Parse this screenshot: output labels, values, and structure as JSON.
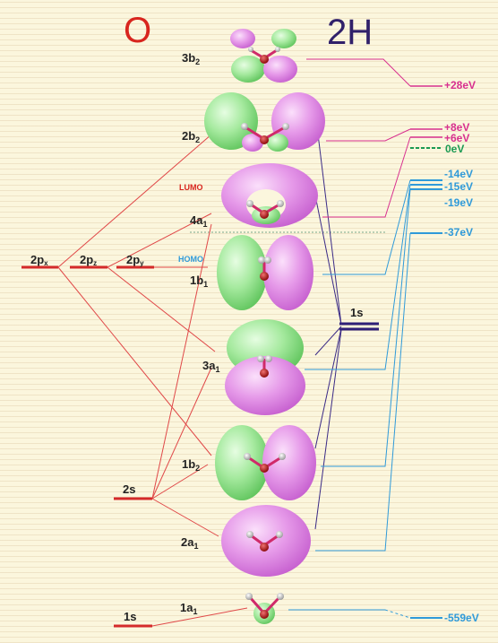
{
  "atoms": {
    "oxygen": "O",
    "hydrogen": "2H"
  },
  "colors": {
    "oxygen_title": "#d8251e",
    "hydrogen_title": "#30206a",
    "red_line": "#e04848",
    "blue_line": "#2f9ad9",
    "navy_line": "#3a2a86",
    "magenta_line": "#d8308f",
    "green": "#1a9a52",
    "lobe_pink": "#e58ee8",
    "lobe_green": "#9ee898"
  },
  "oxygen_orbitals": {
    "px": "2p",
    "px_sub": "x",
    "pz": "2p",
    "pz_sub": "z",
    "py": "2p",
    "py_sub": "y",
    "s2": "2s",
    "s1": "1s"
  },
  "hydrogen_orbital": "1s",
  "markers": {
    "lumo": "LUMO",
    "homo": "HOMO"
  },
  "molecular_orbitals": [
    {
      "label": "3b",
      "sub": "2"
    },
    {
      "label": "2b",
      "sub": "2"
    },
    {
      "label": "4a",
      "sub": "1"
    },
    {
      "label": "1b",
      "sub": "1"
    },
    {
      "label": "3a",
      "sub": "1"
    },
    {
      "label": "1b",
      "sub": "2"
    },
    {
      "label": "2a",
      "sub": "1"
    },
    {
      "label": "1a",
      "sub": "1"
    }
  ],
  "energies": [
    "+28eV",
    "+8eV",
    "+6eV",
    "0eV",
    "-14eV",
    "-15eV",
    "-19eV",
    "-37eV",
    "-559eV"
  ]
}
